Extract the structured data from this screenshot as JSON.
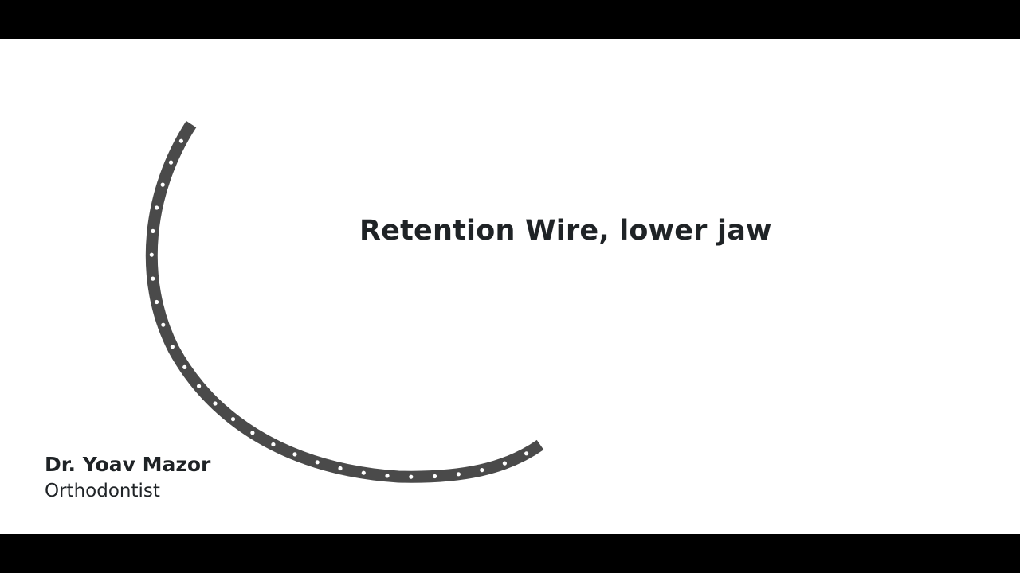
{
  "slide": {
    "title": "Retention Wire, lower jaw",
    "credit": {
      "name": "Dr. Yoav Mazor",
      "role": "Orthodontist"
    }
  },
  "colors": {
    "letterbox": "#000000",
    "background": "#ffffff",
    "text": "#1f2326",
    "wire": "#4a4a4a",
    "wire_holes": "#ffffff"
  },
  "illustration": {
    "name": "retention-wire",
    "hole_count": 27
  }
}
